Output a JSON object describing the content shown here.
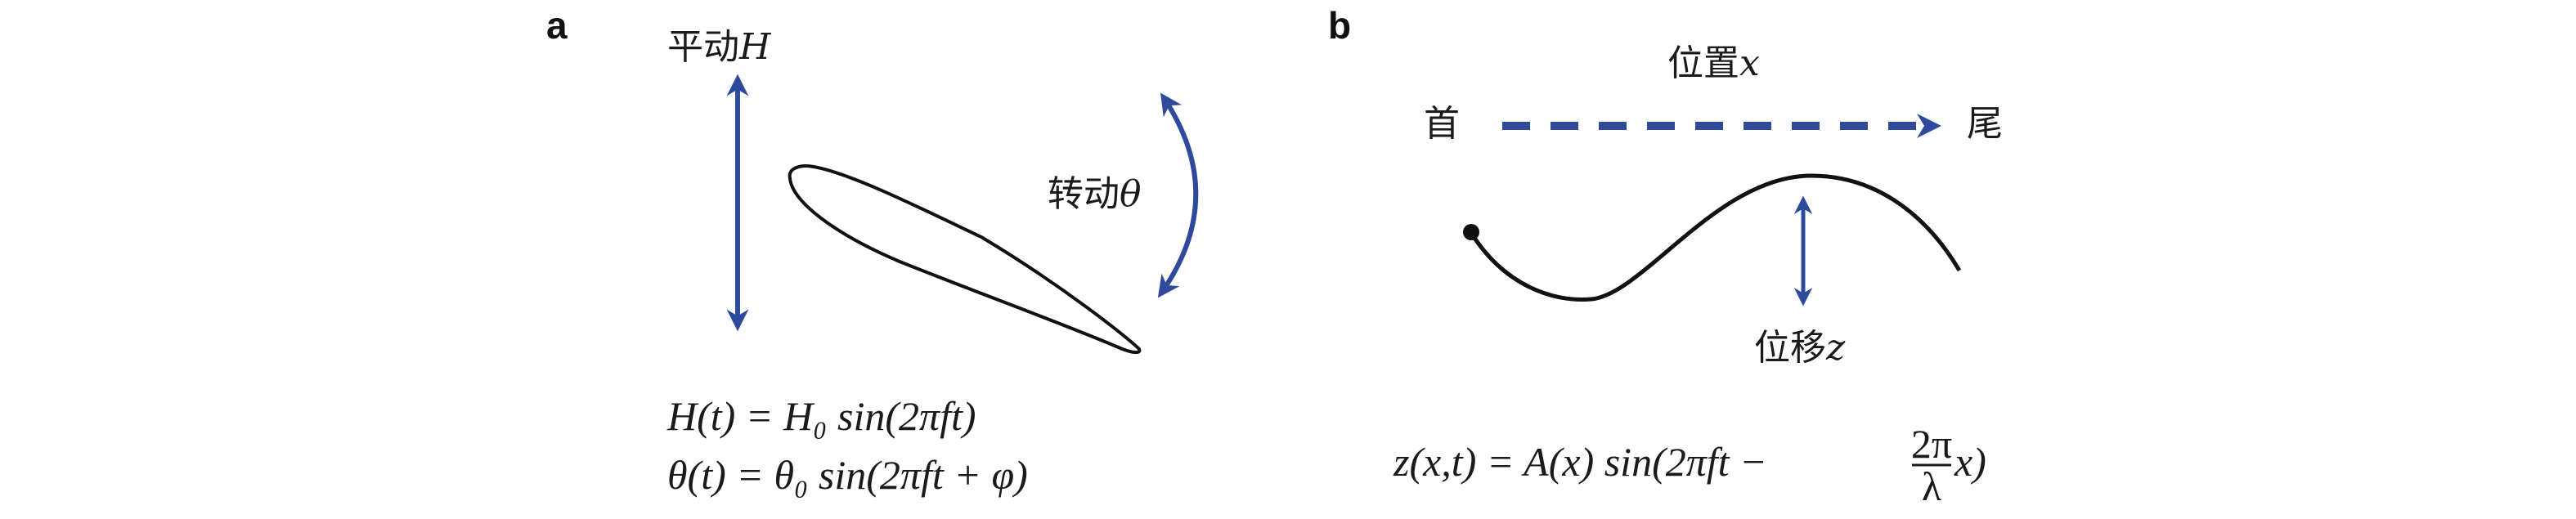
{
  "colors": {
    "accent": "#2f4a9c",
    "line": "#111111"
  },
  "panel_a": {
    "label": "a",
    "heave_label": "平动",
    "heave_symbol": "H",
    "pitch_label": "转动",
    "pitch_symbol": "θ",
    "equation_1": "H(t) = H₀ sin(2πft)",
    "equation_2": "θ(t) = θ₀ sin(2πft + φ)"
  },
  "panel_b": {
    "label": "b",
    "position_label": "位置",
    "position_symbol": "x",
    "head_label": "首",
    "tail_label": "尾",
    "displacement_label": "位移",
    "displacement_symbol": "z",
    "equation": {
      "prefix": "z(x,t) = A(x) sin(2πft −",
      "frac_num": "2π",
      "frac_den": "λ",
      "suffix": "x)"
    }
  }
}
